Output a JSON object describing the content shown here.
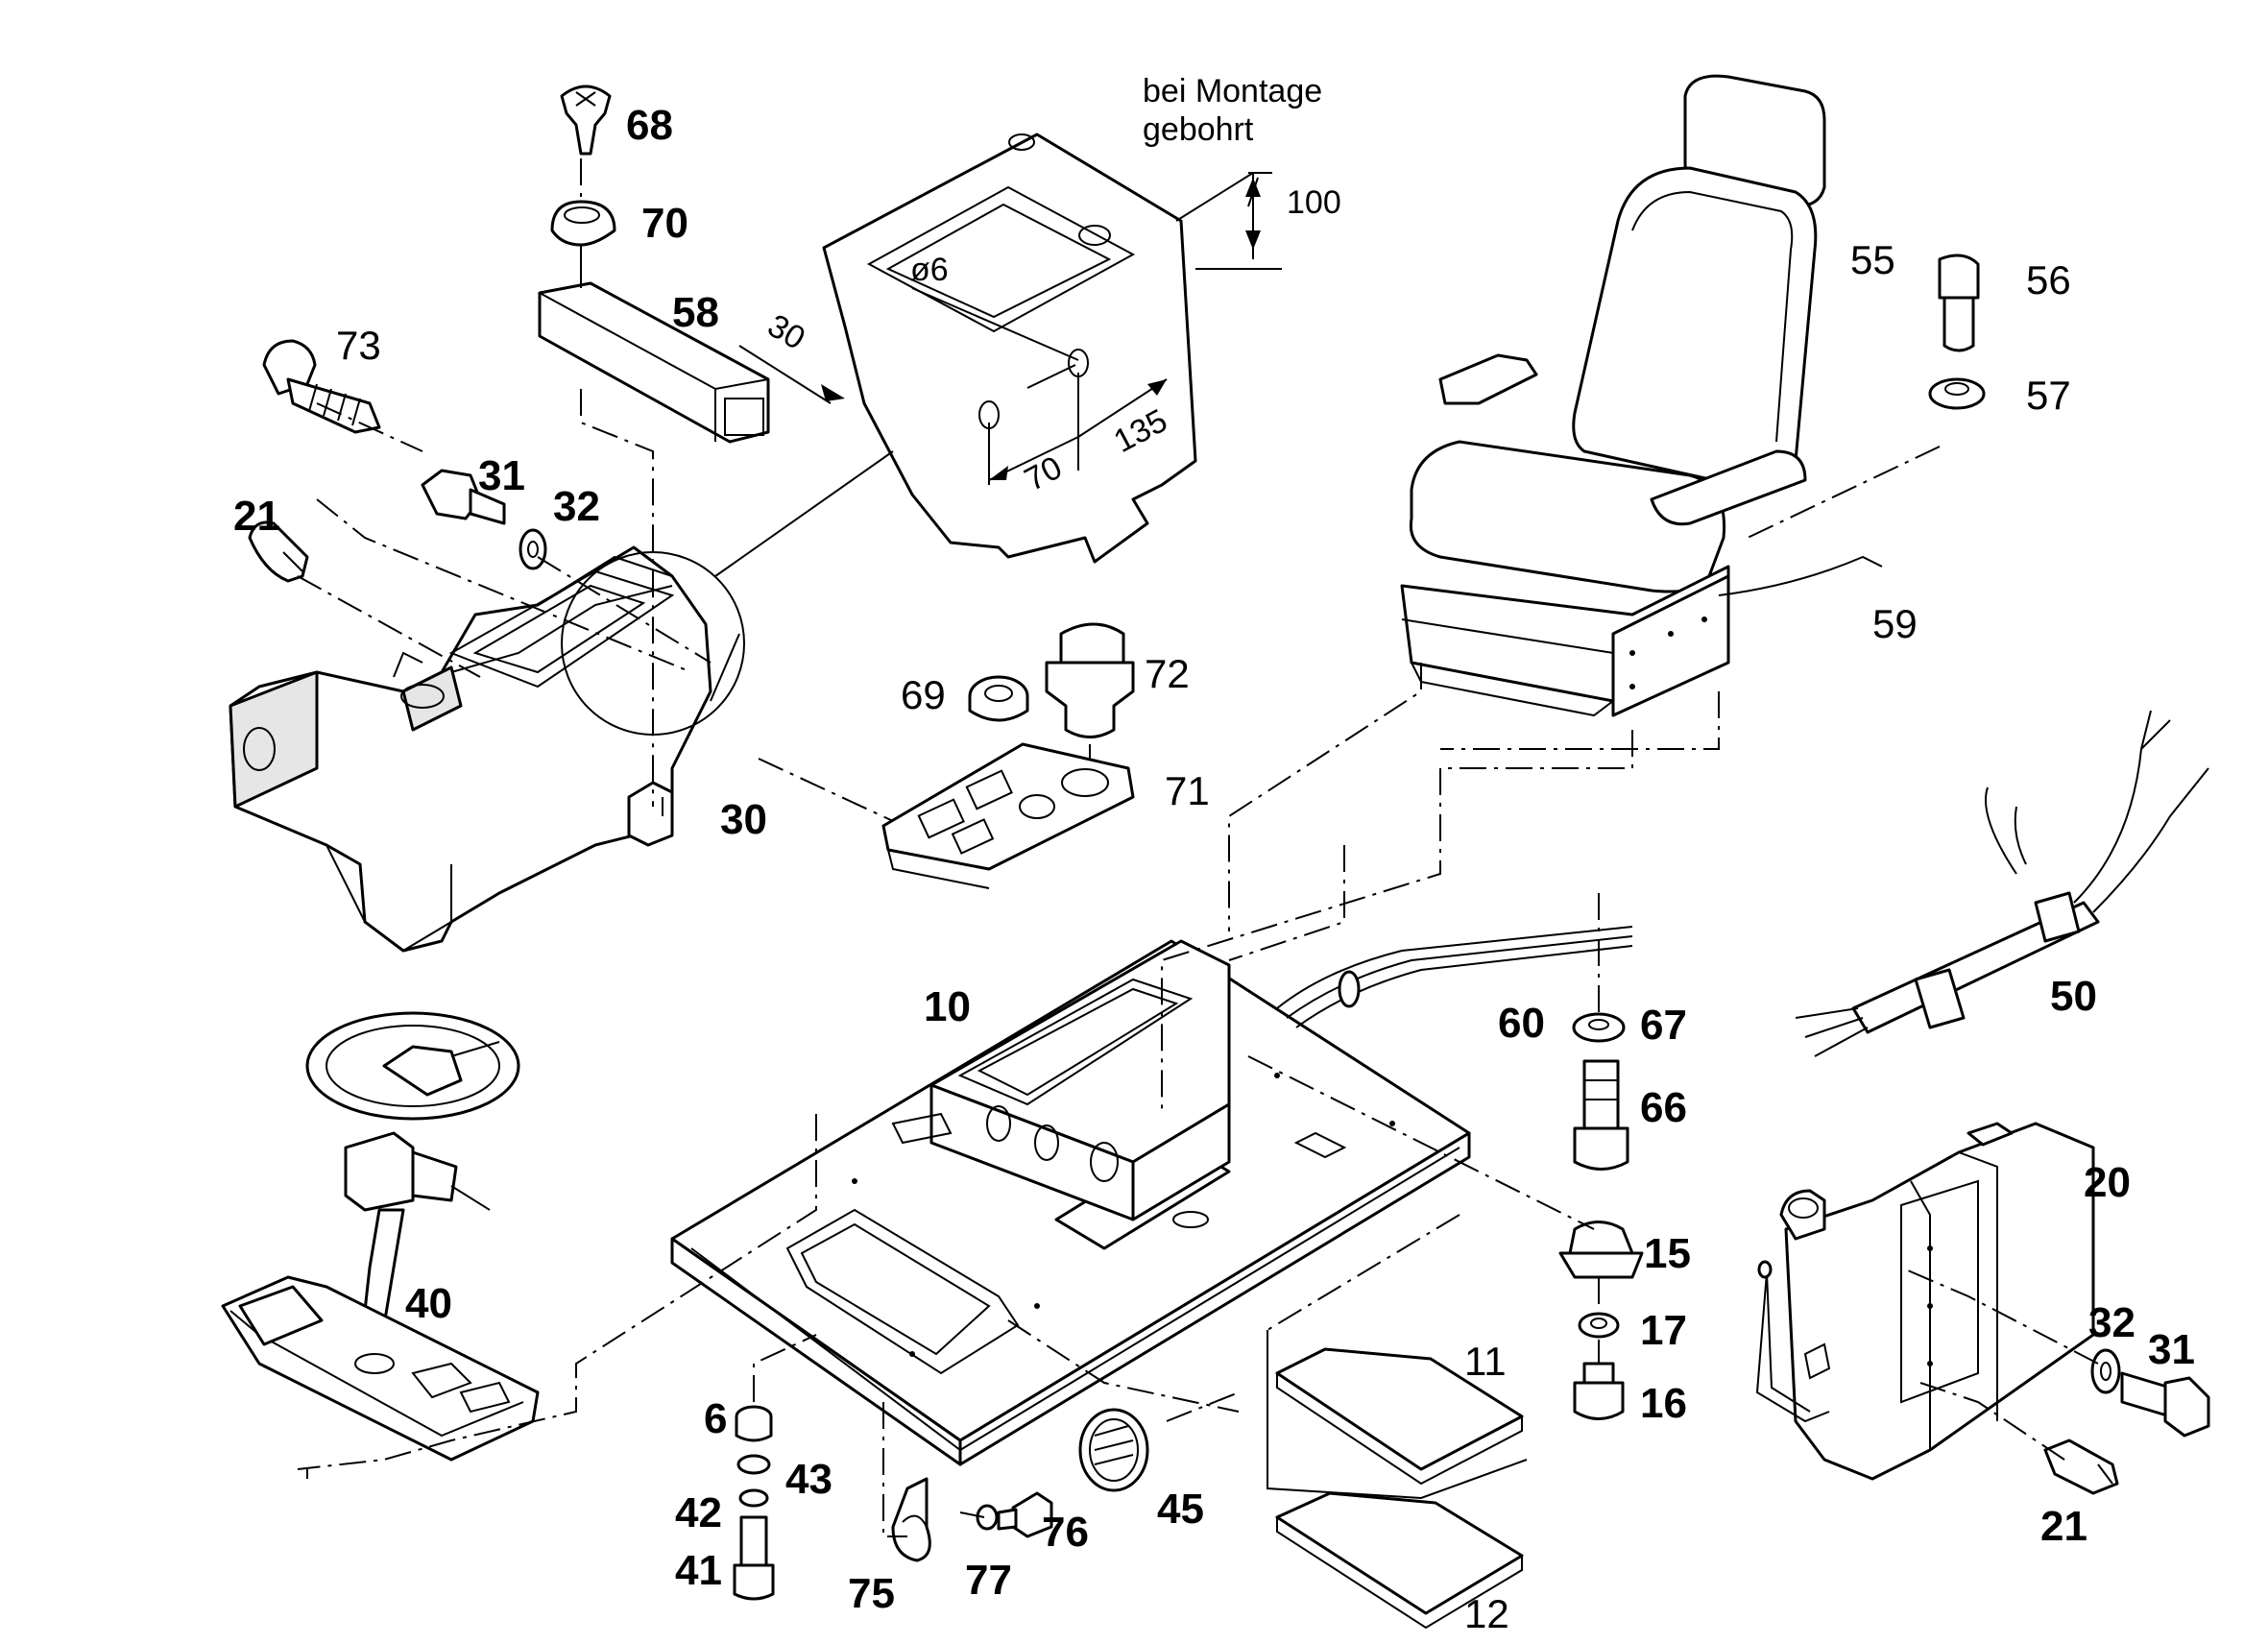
{
  "note": {
    "line1": "bei Montage",
    "line2": "gebohrt"
  },
  "dimensions": {
    "d100": "100",
    "d30": "30",
    "d6": "ø6",
    "d135": "135",
    "d70": "70"
  },
  "labels": {
    "p68": "68",
    "p70": "70",
    "p58": "58",
    "p73": "73",
    "p31a": "31",
    "p32a": "32",
    "p21a": "21",
    "p30": "30",
    "p55": "55",
    "p56": "56",
    "p57": "57",
    "p59": "59",
    "p69": "69",
    "p72": "72",
    "p71": "71",
    "p10": "10",
    "p60": "60",
    "p67": "67",
    "p66": "66",
    "p50": "50",
    "p40": "40",
    "p20": "20",
    "p15": "15",
    "p17": "17",
    "p16": "16",
    "p32b": "32",
    "p31b": "31",
    "p21b": "21",
    "p11": "11",
    "p12": "12",
    "p6": "6",
    "p43": "43",
    "p42": "42",
    "p41": "41",
    "p75": "75",
    "p77": "77",
    "p76": "76",
    "p45": "45"
  }
}
